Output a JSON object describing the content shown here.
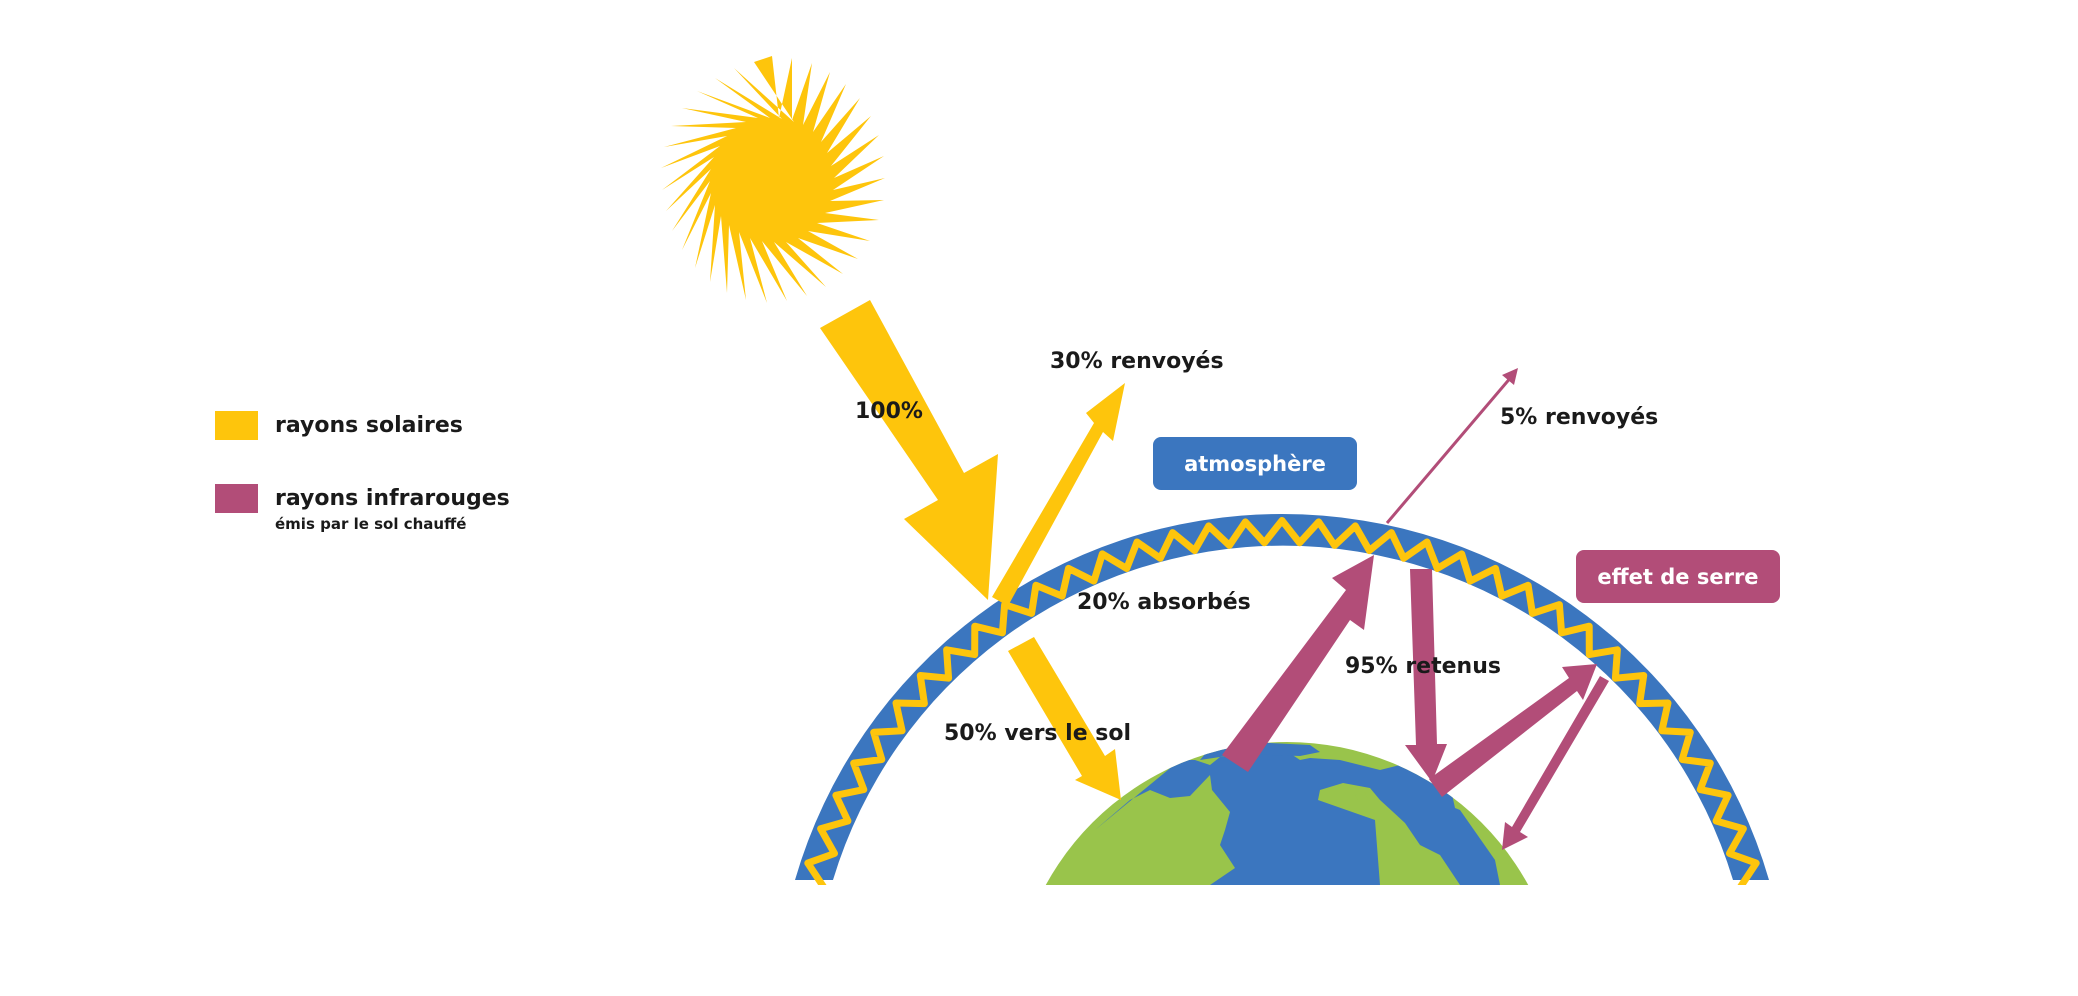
{
  "colors": {
    "solar": "#fec50c",
    "infrared": "#b24d78",
    "atmosphere": "#3b76bf",
    "land": "#99c44b",
    "ocean": "#3b76bf",
    "text": "#1a1a1a"
  },
  "legend": {
    "items": [
      {
        "label": "rayons solaires",
        "color": "#fec50c"
      },
      {
        "label": "rayons infrarouges",
        "sublabel": "émis par le sol chauffé",
        "color": "#b24d78"
      }
    ]
  },
  "tags": {
    "atmosphere": "atmosphère",
    "greenhouse": "effet de serre"
  },
  "labels": {
    "incoming": "100%",
    "reflected": "30% renvoyés",
    "absorbed": "20% absorbés",
    "to_ground": "50% vers le sol",
    "ir_escaped": "5% renvoyés",
    "ir_retained": "95% retenus"
  }
}
